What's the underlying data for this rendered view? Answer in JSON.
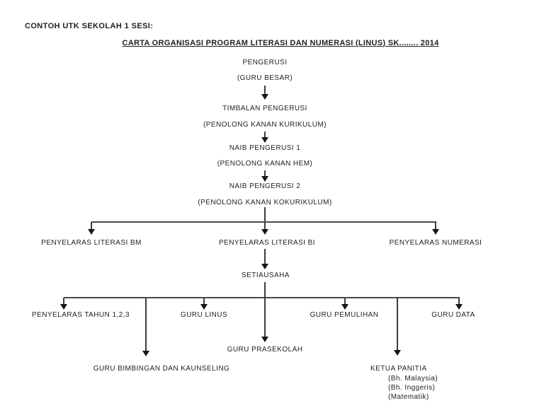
{
  "page": {
    "note": "CONTOH UTK SEKOLAH 1 SESI:",
    "title": "CARTA ORGANISASI PROGRAM LITERASI DAN NUMERASI (LINUS) SK........ 2014"
  },
  "org": {
    "chain": [
      {
        "title": "PENGERUSI",
        "subtitle": "(GURU BESAR)"
      },
      {
        "title": "TIMBALAN PENGERUSI",
        "subtitle": "(PENOLONG KANAN KURIKULUM)"
      },
      {
        "title": "NAIB PENGERUSI 1",
        "subtitle": "(PENOLONG KANAN HEM)"
      },
      {
        "title": "NAIB PENGERUSI 2",
        "subtitle": "(PENOLONG KANAN KOKURIKULUM)"
      }
    ],
    "coordinators": {
      "bm": "PENYELARAS LITERASI BM",
      "bi": "PENYELARAS LITERASI BI",
      "numerasi": "PENYELARAS NUMERASI"
    },
    "secretary": "SETIAUSAHA",
    "committee": {
      "tahun": "PENYELARAS TAHUN 1,2,3",
      "linus": "GURU LINUS",
      "pemulihan": "GURU PEMULIHAN",
      "data": "GURU DATA",
      "prasekolah": "GURU PRASEKOLAH",
      "bimbingan": "GURU BIMBINGAN DAN KAUNSELING",
      "panitia": {
        "title": "KETUA PANITIA",
        "items": [
          "(Bh. Malaysia)",
          "(Bh. Inggeris)",
          "(Matematik)"
        ]
      }
    }
  }
}
